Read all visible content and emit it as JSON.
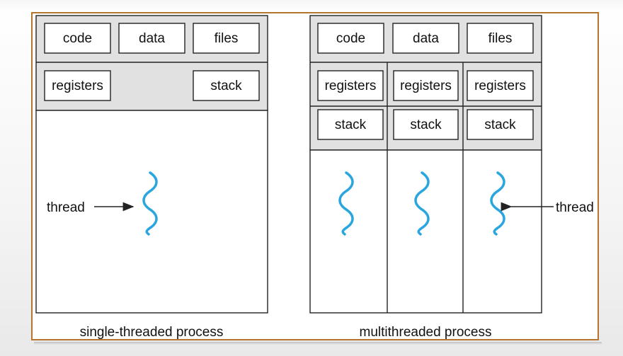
{
  "single": {
    "boxes": {
      "code": "code",
      "data": "data",
      "files": "files",
      "registers": "registers",
      "stack": "stack"
    },
    "thread_label": "thread",
    "caption": "single-threaded process"
  },
  "multi": {
    "boxes": {
      "code": "code",
      "data": "data",
      "files": "files"
    },
    "threads": [
      {
        "registers": "registers",
        "stack": "stack"
      },
      {
        "registers": "registers",
        "stack": "stack"
      },
      {
        "registers": "registers",
        "stack": "stack"
      }
    ],
    "thread_label": "thread",
    "caption": "multithreaded process"
  },
  "colors": {
    "frame_border": "#b5752e",
    "shared_region": "#e1e1e1",
    "thread_wave": "#2aa6df",
    "line": "#222222"
  }
}
